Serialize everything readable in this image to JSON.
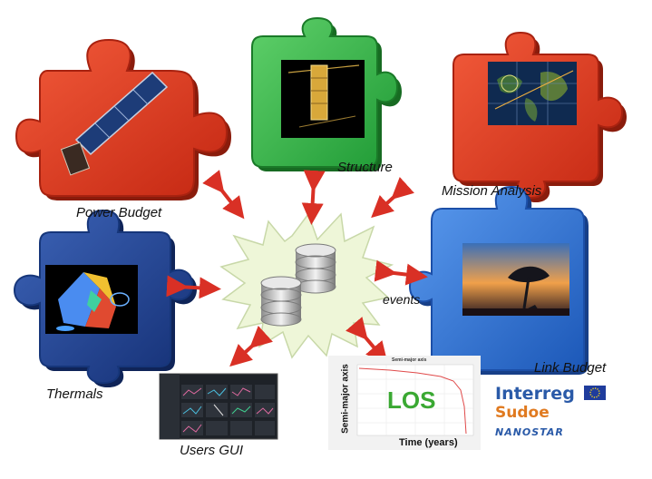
{
  "labels": {
    "power_budget": "Power Budget",
    "structure": "Structure",
    "mission_analysis": "Mission Analysis",
    "link_budget": "Link Budget",
    "thermals": "Thermals",
    "users_gui": "Users GUI",
    "events": "events"
  },
  "chart_panel": {
    "title": "Semi-major axis",
    "ylabel": "Semi-major axis",
    "xlabel": "Time (years)",
    "overlay": "LOS"
  },
  "logos": {
    "interreg": "Interreg",
    "sudoe": "Sudoe",
    "nanostar": "NANOSTAR"
  },
  "colors": {
    "red_piece": "#e0391f",
    "green_piece": "#36b34a",
    "blue_piece": "#2f6fc9",
    "navy_piece": "#1d3f8f",
    "starburst": "#eef6d8",
    "arrow": "#d93025"
  }
}
